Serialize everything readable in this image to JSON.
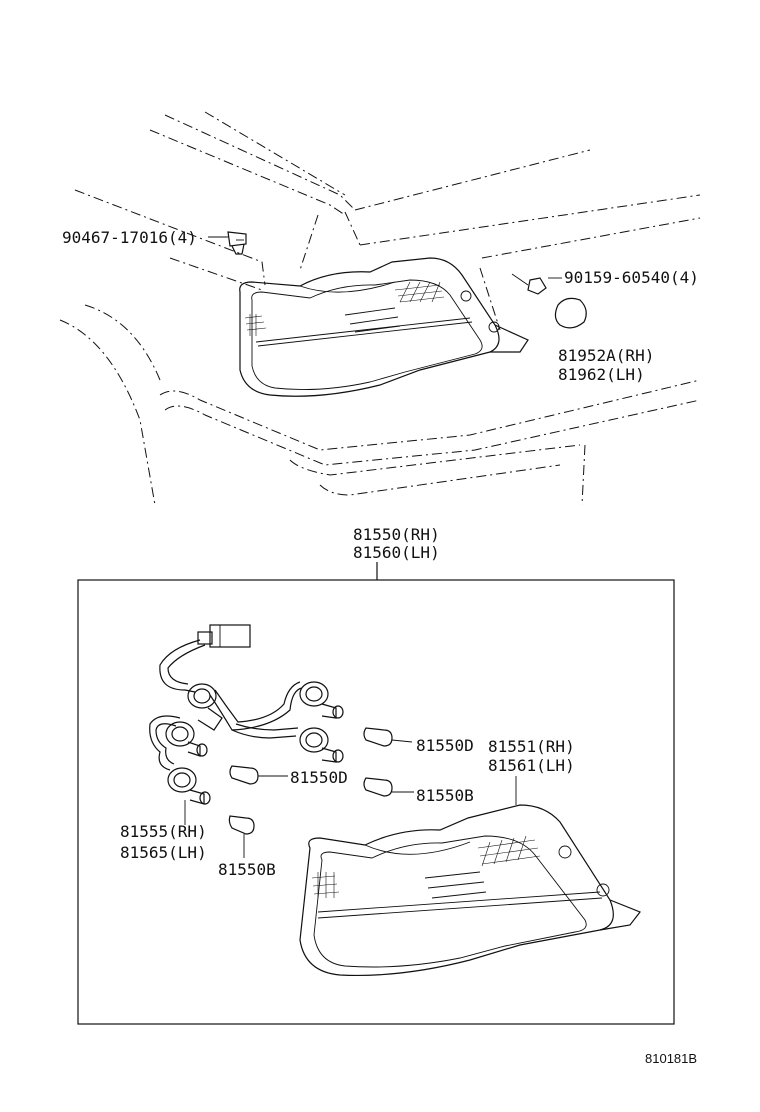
{
  "parts": {
    "screw": "90467-17016(4)",
    "bolt": "90159-60540(4)",
    "cover_rh": "81952A(RH)",
    "cover_lh": "81962(LH)",
    "assy_rh": "81550(RH)",
    "assy_lh": "81560(LH)",
    "socket_rh": "81555(RH)",
    "socket_lh": "81565(LH)",
    "bulb_d1": "81550D",
    "bulb_d2": "81550D",
    "bulb_b1": "81550B",
    "bulb_b2": "81550B",
    "lens_rh": "81551(RH)",
    "lens_lh": "81561(LH)"
  },
  "ref_code": "810181B"
}
